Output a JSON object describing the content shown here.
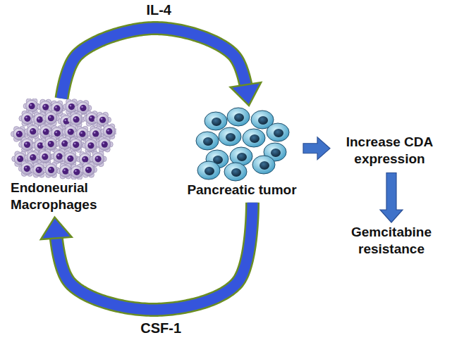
{
  "diagram": {
    "nodes": [
      {
        "text": [
          "Endoneurial Macrophages"
        ]
      },
      {
        "text": [
          "Pancreatic tumor"
        ]
      },
      {
        "text": [
          "Increase CDA expression"
        ]
      },
      {
        "text": [
          "Gemcitabine resistance"
        ]
      }
    ],
    "edges": [
      {
        "from": 0,
        "to": 1,
        "arrow": "to",
        "label": "IL-4"
      },
      {
        "from": 1,
        "to": 0,
        "arrow": "to",
        "label": "CSF-1"
      },
      {
        "from": 1,
        "to": 2,
        "arrow": "to"
      },
      {
        "from": 2,
        "to": 3,
        "arrow": "to"
      }
    ]
  }
}
